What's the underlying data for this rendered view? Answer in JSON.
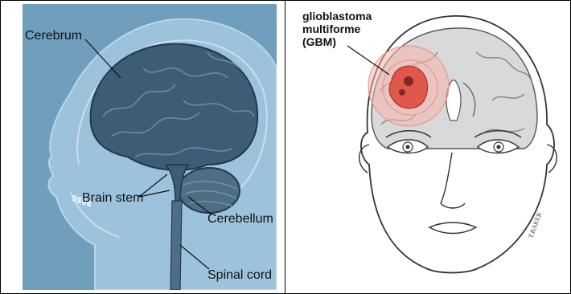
{
  "left_panel": {
    "labels": {
      "cerebrum": "Cerebrum",
      "brain_stem": "Brain stem",
      "cerebellum": "Cerebellum",
      "spinal_cord": "Spinal cord"
    },
    "colors": {
      "background": "#6f9fbd",
      "head_silhouette": "#9cc3db",
      "brain": "#3d5c75"
    }
  },
  "right_panel": {
    "label_lines": [
      "glioblastoma",
      "multiforme",
      "(GBM)"
    ],
    "artist_signature": "T.BAKER",
    "colors": {
      "tumor": "#e0584a",
      "tumor_halo": "#f5b3ab"
    }
  }
}
